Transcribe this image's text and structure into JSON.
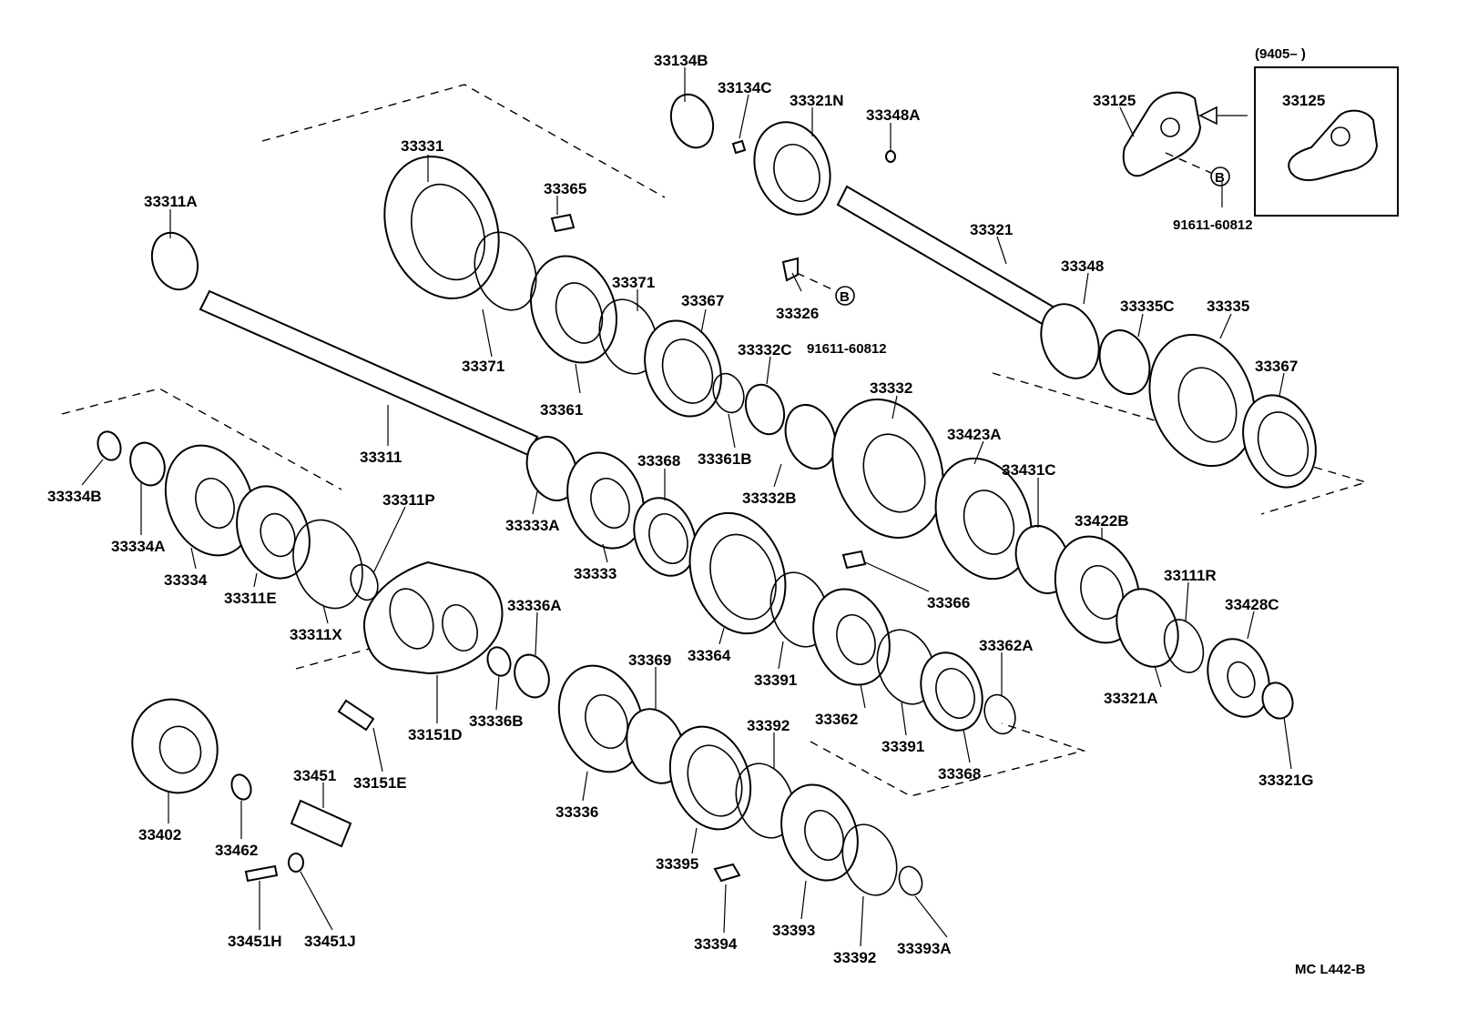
{
  "diagram": {
    "code": "MC L442-B",
    "inset_note": "(9405–        )",
    "bolt_marker": "B",
    "labels": [
      "33134B",
      "33134C",
      "33321N",
      "33348A",
      "33125",
      "33125",
      "91611-60812",
      "33331",
      "33365",
      "33311A",
      "33371",
      "33367",
      "33326",
      "91611-60812",
      "33321",
      "33348",
      "33335C",
      "33335",
      "33371",
      "33361",
      "33332C",
      "33367",
      "33332",
      "33423A",
      "33361B",
      "33311",
      "33334B",
      "33334A",
      "33311P",
      "33368",
      "33333A",
      "33332B",
      "33431C",
      "33422B",
      "33333",
      "33334",
      "33311E",
      "33366",
      "33111R",
      "33428C",
      "33311X",
      "33336A",
      "33364",
      "33362A",
      "33369",
      "33391",
      "33362",
      "33321A",
      "33336B",
      "33151D",
      "33392",
      "33391",
      "33368",
      "33151E",
      "33321G",
      "33451",
      "33336",
      "33402",
      "33462",
      "33395",
      "33451H",
      "33451J",
      "33394",
      "33393",
      "33392",
      "33393A"
    ]
  }
}
